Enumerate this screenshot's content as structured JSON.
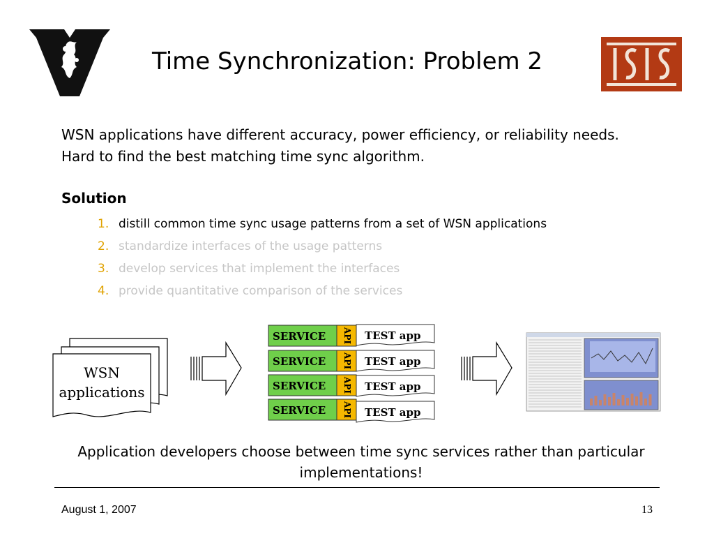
{
  "slide": {
    "title": "Time Synchronization: Problem 2",
    "intro": "WSN applications have different accuracy, power efficiency, or reliability needs. Hard to find the best matching time sync algorithm.",
    "solution_heading": "Solution",
    "steps": [
      {
        "num": "1.",
        "text": "distill common time sync usage patterns from a set of WSN applications",
        "active": true
      },
      {
        "num": "2.",
        "text": "standardize interfaces of the usage patterns",
        "active": false
      },
      {
        "num": "3.",
        "text": "develop services that implement the interfaces",
        "active": false
      },
      {
        "num": "4.",
        "text": "provide quantitative comparison of the services",
        "active": false
      }
    ],
    "caption": "Application developers choose between time sync services rather than particular implementations!"
  },
  "diagram": {
    "documents_label_line1": "WSN",
    "documents_label_line2": "applications",
    "service_label": "SERVICE",
    "api_label": "API",
    "test_app_label": "TEST app",
    "service_rows": 4,
    "icons": [
      "document-stack-icon",
      "block-arrow-right-icon",
      "spreadsheet-chart-thumbnail"
    ]
  },
  "logos": {
    "left": "vanderbilt-v-logo",
    "right": "isis-logo",
    "isis_letters": "ISIS"
  },
  "footer": {
    "date": "August 1, 2007",
    "page_number": "13"
  },
  "colors": {
    "step_number": "#e0a200",
    "dimmed_text": "#c6c6c6",
    "service_fill": "#6fcf4a",
    "api_fill": "#f5b800",
    "isis_background": "#b33a14"
  }
}
